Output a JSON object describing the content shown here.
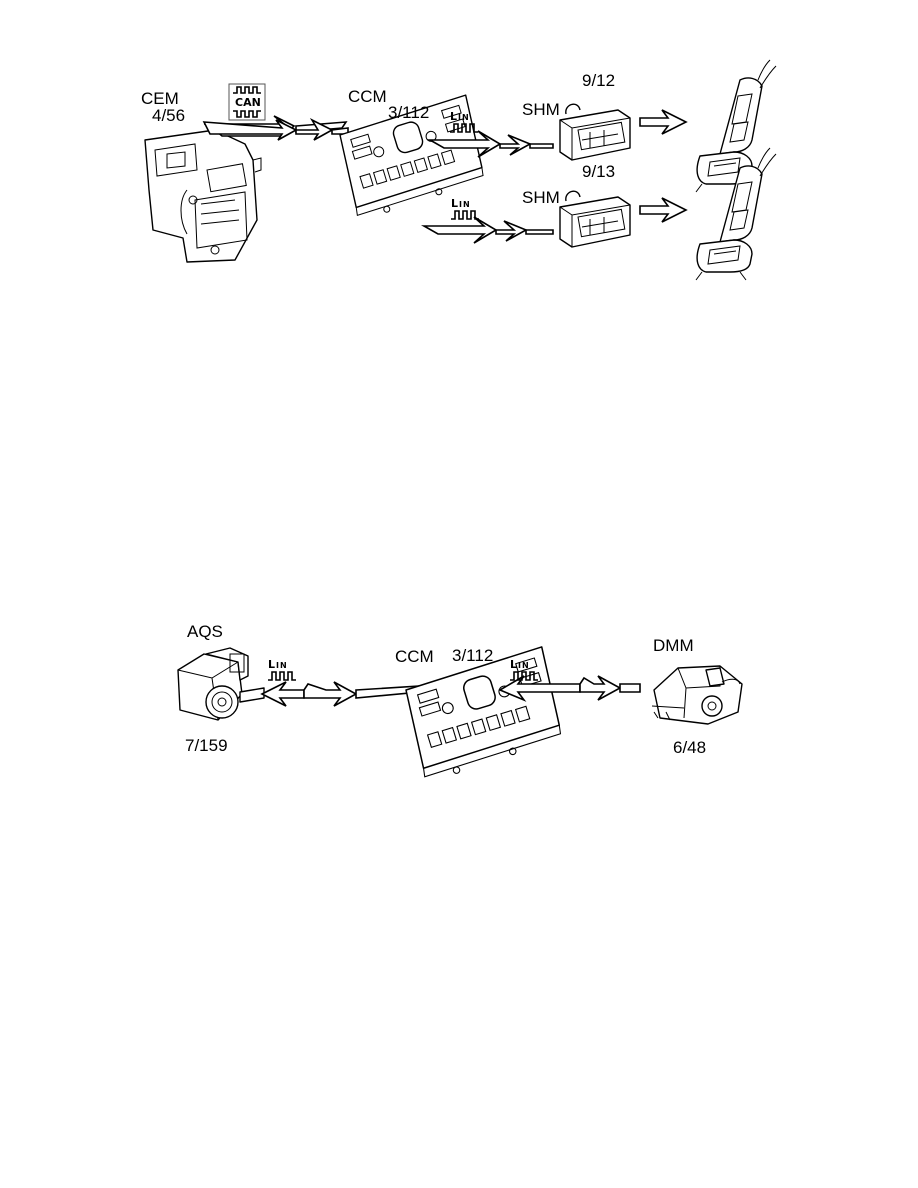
{
  "diagram_top": {
    "cem": {
      "name": "CEM",
      "code": "4/56"
    },
    "can_badge": {
      "text": "CAN"
    },
    "ccm": {
      "name": "CCM",
      "code": "3/112"
    },
    "lin_label": "LIN",
    "shm_front": {
      "name": "SHM",
      "code": "9/12"
    },
    "shm_rear": {
      "name": "SHM",
      "code": "9/13"
    }
  },
  "diagram_bottom": {
    "aqs": {
      "name": "AQS",
      "code": "7/159"
    },
    "ccm": {
      "name": "CCM",
      "code": "3/112"
    },
    "dmm": {
      "name": "DMM",
      "code": "6/48"
    },
    "lin_label": "LIN"
  },
  "icons": [
    "control-module-icon",
    "climate-panel-icon",
    "seat-heater-module-icon",
    "seat-icon",
    "air-quality-sensor-icon",
    "damper-motor-icon",
    "can-bus-icon",
    "lin-bus-icon",
    "double-arrow-icon",
    "single-arrow-icon"
  ]
}
